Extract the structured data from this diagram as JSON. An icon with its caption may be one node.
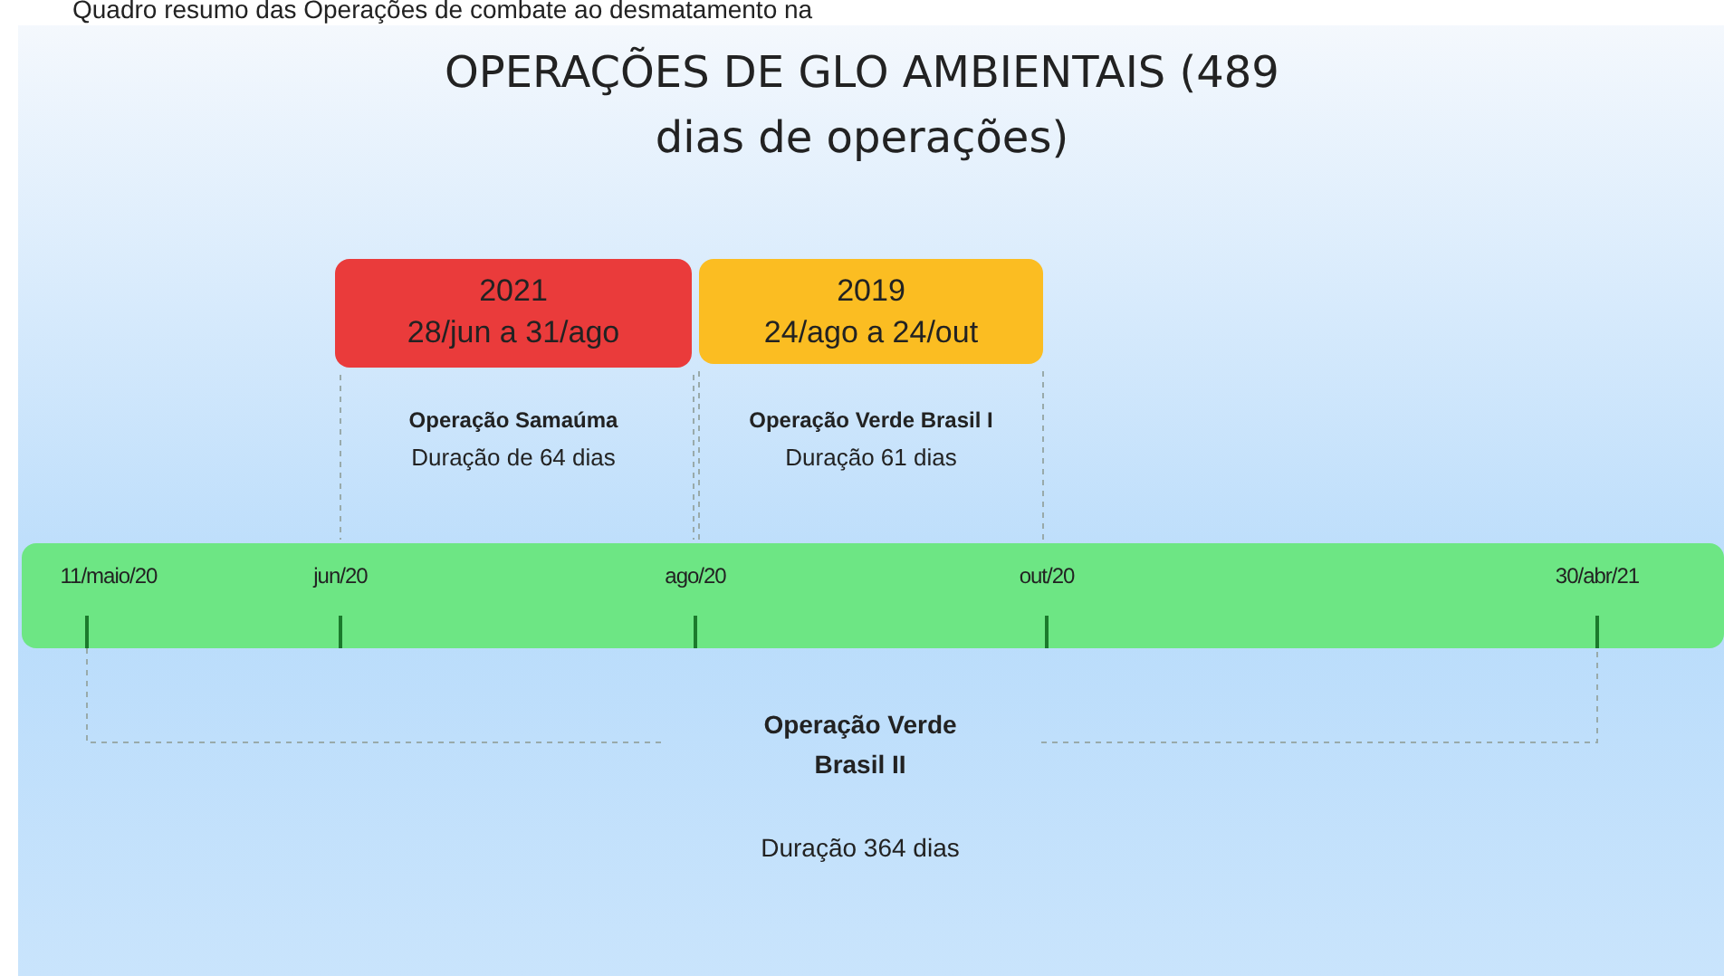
{
  "diagram": {
    "title": "OPERAÇÕES DE GLO AMBIENTAIS (489 dias de operações)",
    "caption": "Quadro resumo das Operações de combate ao desmatamento na",
    "nodes": [
      {
        "text": [
          "2021",
          "28/jun a 31/ago"
        ],
        "beside": [
          "Operação Samaúma",
          "Duração de 64 dias"
        ]
      },
      {
        "text": [
          "2019",
          "24/ago a 24/out"
        ],
        "beside": [
          "Operação Verde Brasil I",
          "Duração 61 dias"
        ]
      },
      {
        "text": [
          "11/maio/20",
          "jun/20",
          "ago/20",
          "out/20",
          "30/abr/21"
        ]
      }
    ],
    "edges": [],
    "labels": [
      "Operação Verde Brasil II",
      "Duração 364 dias"
    ]
  }
}
